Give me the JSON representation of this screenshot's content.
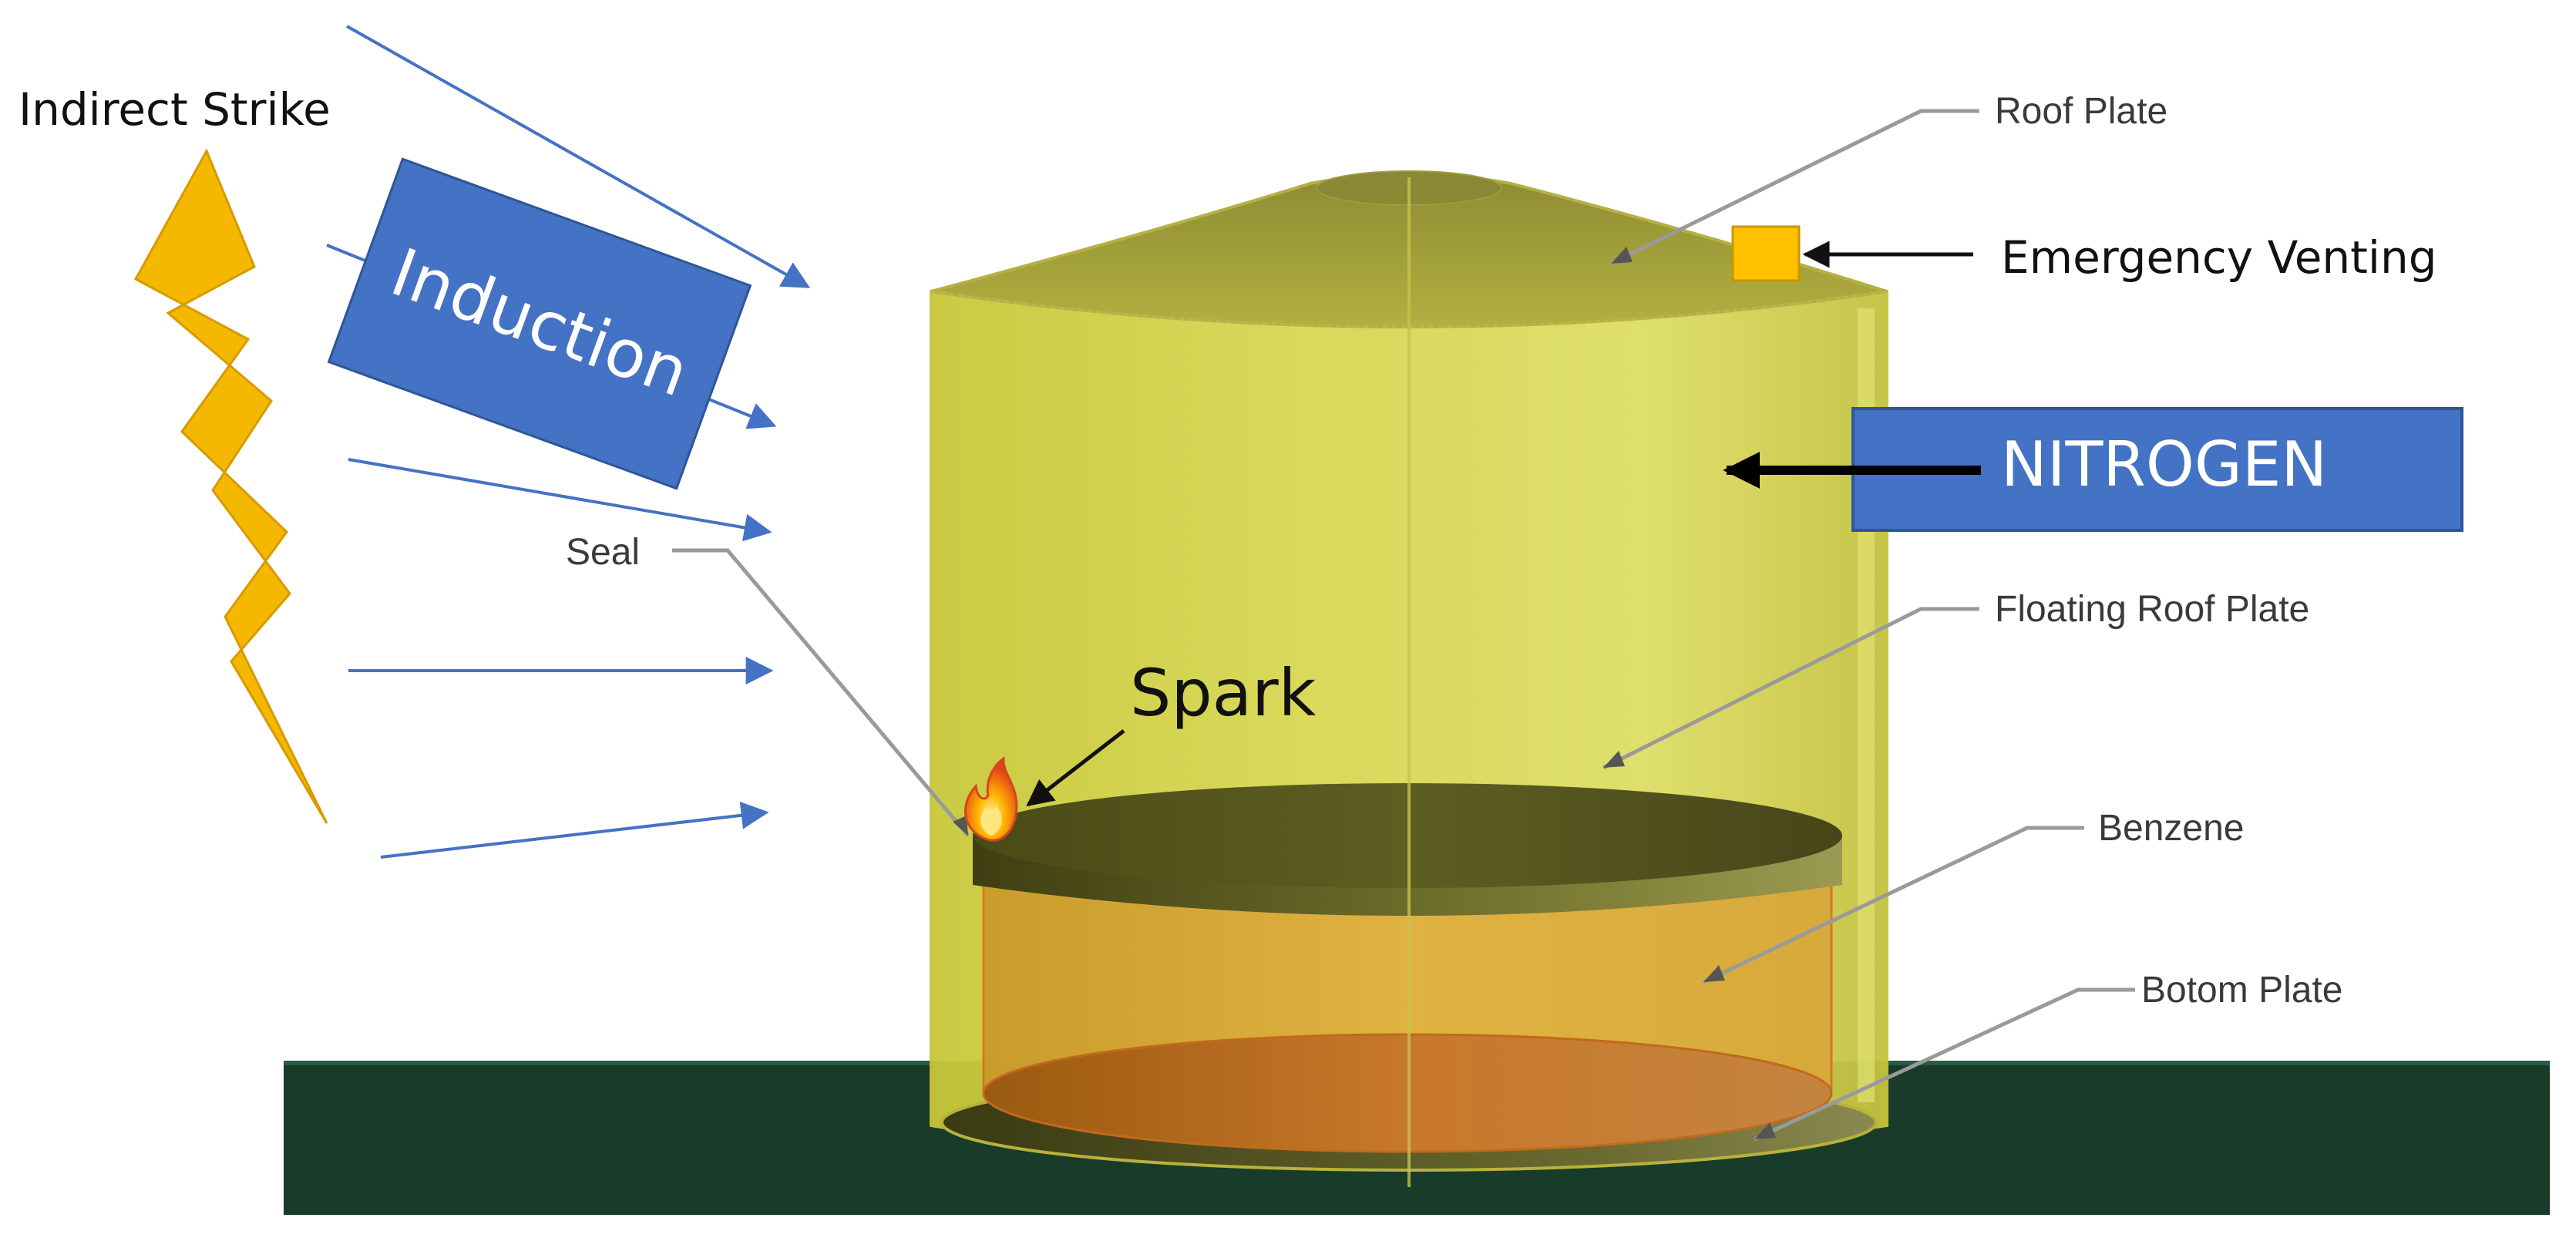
{
  "labels": {
    "indirect_strike": "Indirect Strike",
    "induction": "Induction",
    "seal": "Seal",
    "spark": "Spark",
    "roof_plate": "Roof Plate",
    "emergency_venting": "Emergency Venting",
    "nitrogen": "NITROGEN",
    "floating_roof_plate": "Floating Roof Plate",
    "benzene": "Benzene",
    "bottom_plate": "Botom Plate"
  },
  "colors": {
    "ground": "#183b2a",
    "tank_body": "#d4d44e",
    "tank_outline": "#c9c23a",
    "floating_roof": "#5a5a1e",
    "benzene": "#d9a63a",
    "benzene_bottom": "#c97a22",
    "lightning": "#f5b800",
    "induction_box": "#4472c4",
    "nitrogen_box": "#4472c4",
    "vent_box": "#ffc000",
    "field_arrows": "#4472c4",
    "callout_lines": "#999999"
  },
  "icons": {
    "spark": "flame-icon",
    "lightning": "lightning-bolt-icon"
  }
}
